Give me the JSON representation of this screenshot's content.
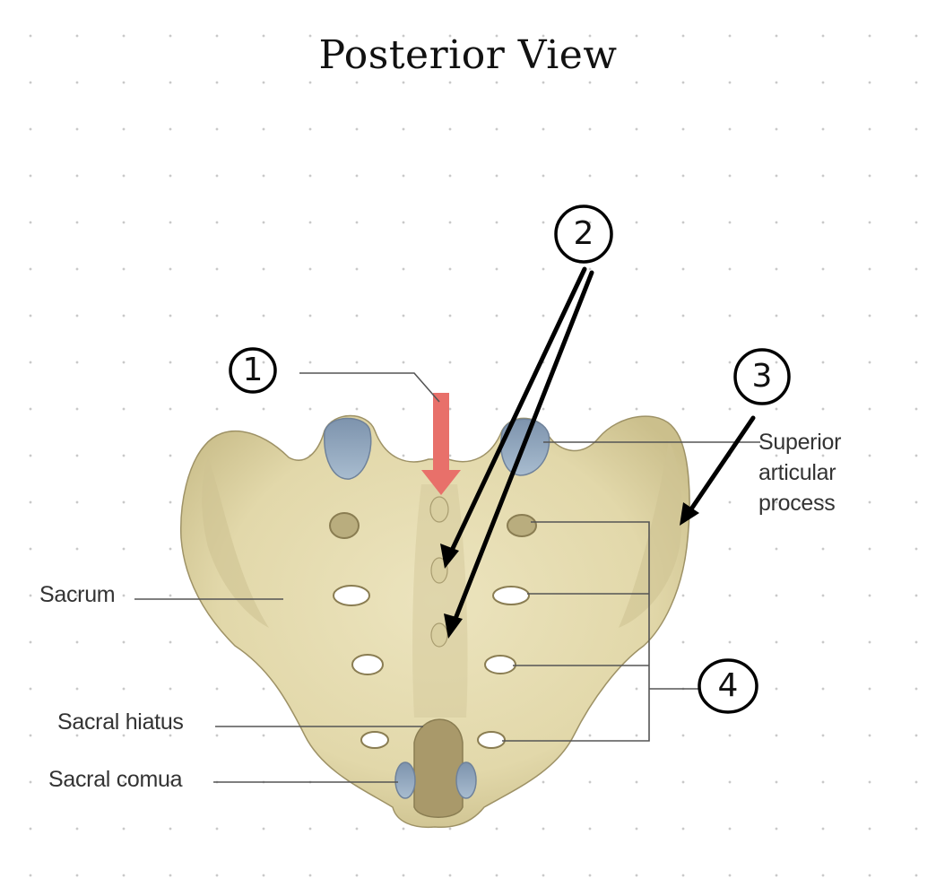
{
  "title": "Posterior View",
  "labels": {
    "superior_articular_process": [
      "Superior",
      "articular",
      "process"
    ],
    "sacrum": "Sacrum",
    "sacral_hiatus": "Sacral hiatus",
    "sacral_cornua": "Sacral comua"
  },
  "annotations": [
    "1",
    "2",
    "3",
    "4"
  ],
  "colors": {
    "bone": "#e6ddb2",
    "bone_shadow": "#b9ad7e",
    "cartilage": "#8fa3b8",
    "red_arrow": "#e8706a",
    "ink": "#000000",
    "leader": "#555555"
  }
}
